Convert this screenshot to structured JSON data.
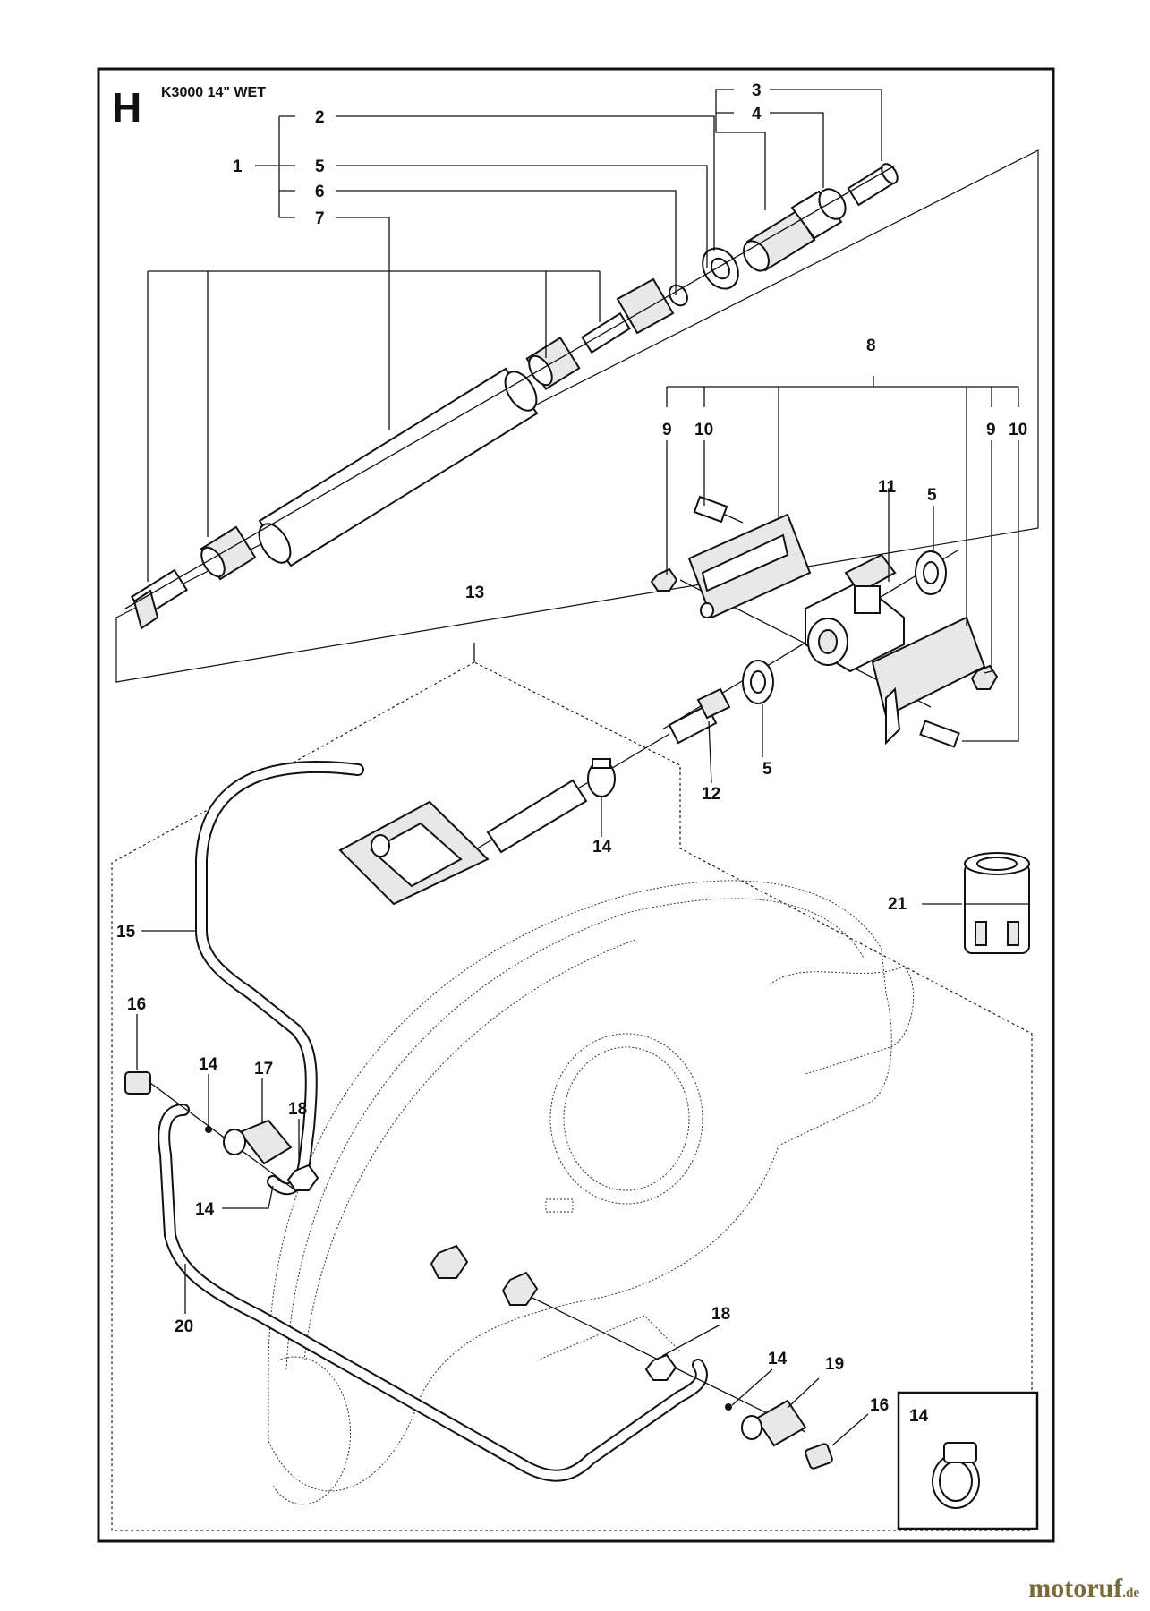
{
  "section_letter": "H",
  "title": "K3000 14\" WET",
  "callouts": {
    "c1": "1",
    "c2": "2",
    "c3": "3",
    "c4": "4",
    "c5a": "5",
    "c5b": "5",
    "c5c": "5",
    "c6": "6",
    "c7": "7",
    "c8": "8",
    "c9a": "9",
    "c9b": "9",
    "c10a": "10",
    "c10b": "10",
    "c11": "11",
    "c12": "12",
    "c13": "13",
    "c14a": "14",
    "c14b": "14",
    "c14c": "14",
    "c14d": "14",
    "c15": "15",
    "c16a": "16",
    "c16b": "16",
    "c17": "17",
    "c18a": "18",
    "c18b": "18",
    "c19": "19",
    "c20": "20",
    "c21": "21"
  },
  "inset_label": "14",
  "watermark": {
    "text": "motoruf",
    "suffix": ".de"
  }
}
